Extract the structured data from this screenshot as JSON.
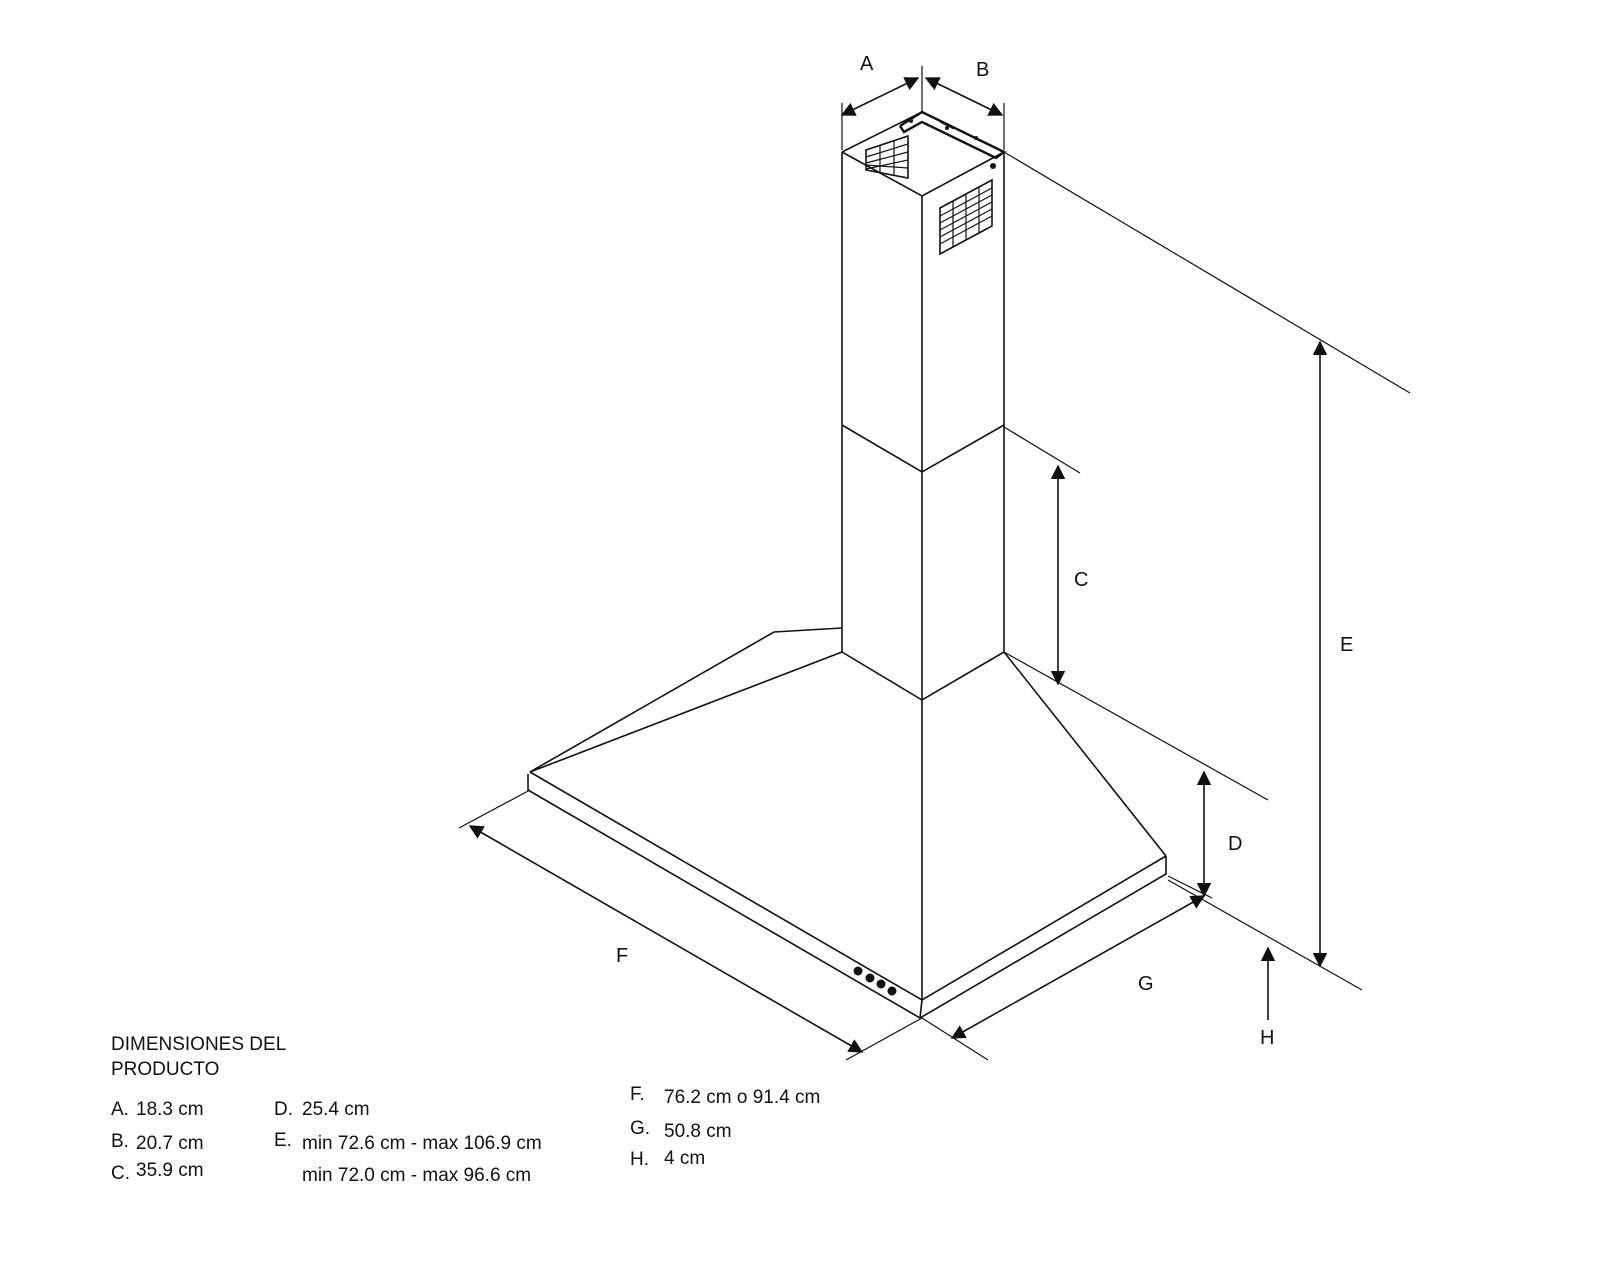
{
  "labels": {
    "A": "A",
    "B": "B",
    "C": "C",
    "D": "D",
    "E": "E",
    "F": "F",
    "G": "G",
    "H": "H"
  },
  "legend": {
    "title": "DIMENSIONES DEL PRODUCTO",
    "items": [
      {
        "key": "A.",
        "value": "18.3 cm"
      },
      {
        "key": "B.",
        "value": "20.7 cm"
      },
      {
        "key": "C.",
        "value": "35.9 cm"
      },
      {
        "key": "D.",
        "value": "25.4 cm"
      },
      {
        "key": "E.",
        "value": "min 72.6 cm - max 106.9 cm",
        "value2": "min 72.0 cm - max 96.6 cm"
      },
      {
        "key": "F.",
        "value": "76.2 cm o 91.4 cm"
      },
      {
        "key": "G.",
        "value": "50.8 cm"
      },
      {
        "key": "H.",
        "value": "4 cm"
      }
    ]
  }
}
